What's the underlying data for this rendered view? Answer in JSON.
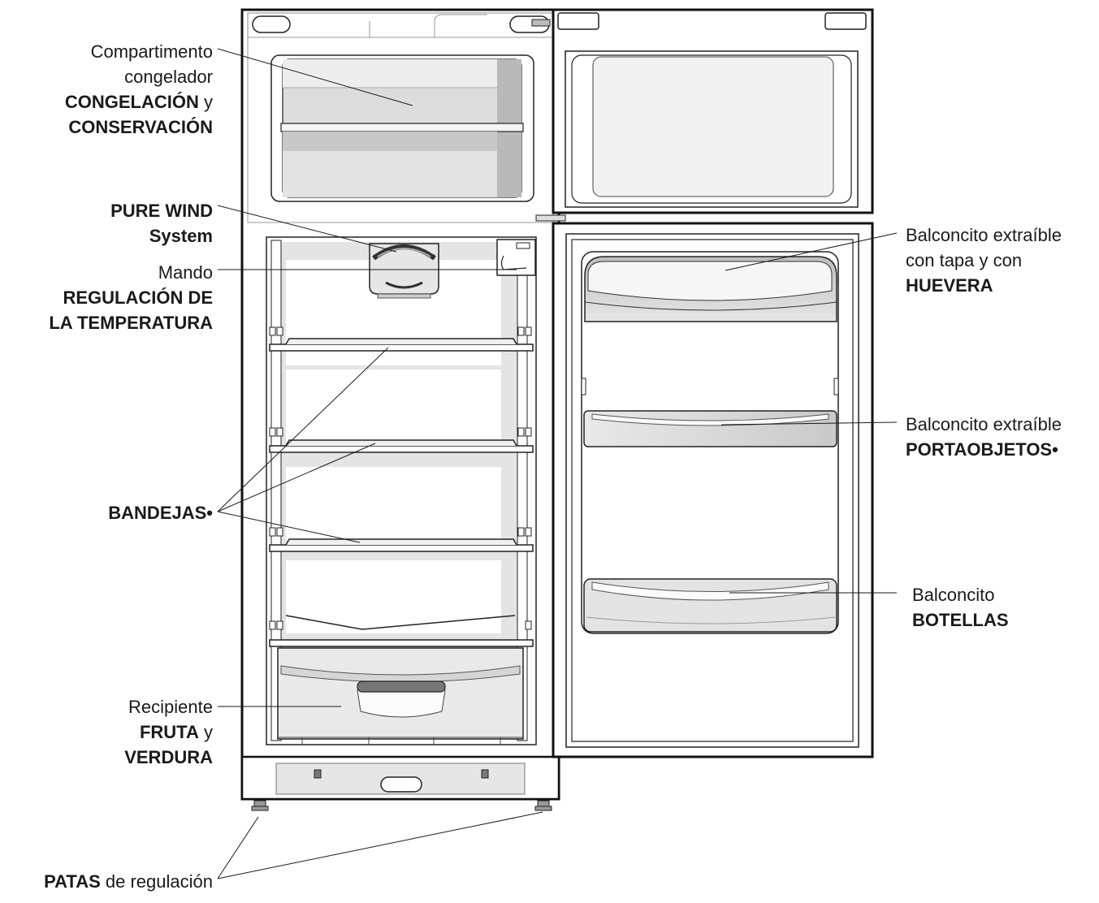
{
  "labels": {
    "freezer": {
      "line1": "Compartimento",
      "line2": "congelador",
      "line3_bold": "CONGELACIÓN",
      "line3_rest": " y",
      "line4_bold": "CONSERVACIÓN"
    },
    "pure_wind": {
      "line1_bold": "PURE WIND",
      "line2_bold": "System"
    },
    "thermostat": {
      "line1": "Mando",
      "line2_bold": "REGULACIÓN DE",
      "line3_bold": "LA TEMPERATURA"
    },
    "shelves": {
      "line1_bold": "BANDEJAS•"
    },
    "crisper": {
      "line1": "Recipiente",
      "line2_bold": "FRUTA",
      "line2_rest": " y",
      "line3_bold": "VERDURA"
    },
    "feet": {
      "bold": "PATAS",
      "rest": " de regulación"
    },
    "egg_balcony": {
      "line1": "Balconcito extraíble",
      "line2": "con tapa y con",
      "line3_bold": "HUEVERA"
    },
    "object_balcony": {
      "line1": "Balconcito extraíble",
      "line2_bold": "PORTAOBJETOS•"
    },
    "bottle_balcony": {
      "line1": "Balconcito",
      "line2_bold": "BOTELLAS"
    }
  }
}
